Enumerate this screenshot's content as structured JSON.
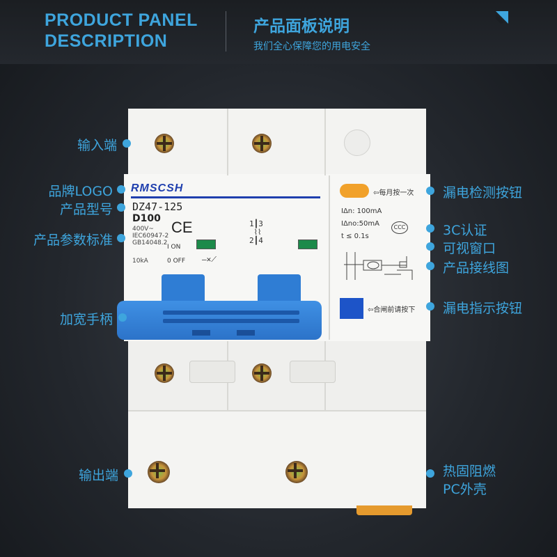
{
  "header": {
    "title_en_line1": "PRODUCT PANEL",
    "title_en_line2": "DESCRIPTION",
    "title_cn": "产品面板说明",
    "subtitle_cn": "我们全心保障您的用电安全"
  },
  "labels_left": {
    "input_terminal": "输入端",
    "brand_logo": "品牌LOGO",
    "model": "产品型号",
    "parameters": "产品参数标准",
    "handle": "加宽手柄",
    "output_terminal": "输出端"
  },
  "labels_right": {
    "leak_test_button": "漏电检测按钮",
    "cert_3c": "3C认证",
    "window": "可视窗口",
    "wiring": "产品接线图",
    "leak_indicator": "漏电指示按钮",
    "material_line1": "热固阻燃",
    "material_line2": "PC外壳"
  },
  "device": {
    "brand": "RMSCSH",
    "model": "DZ47-125",
    "curve": "D100",
    "spec1": "400V~",
    "spec2": "IEC60947-2",
    "spec3": "GB14048.2",
    "rating": "10kA",
    "on": "I ON",
    "off": "0 OFF",
    "test_text": "每月按一次",
    "idn": "IΔn: 100mA",
    "idno": "IΔno:50mA",
    "t": "t ≤ 0.1s",
    "indicator_text": "合闸前请按下",
    "ccc": "CCC"
  },
  "colors": {
    "accent": "#3ea5dd",
    "handle": "#2f7dd4",
    "test_button": "#f1a12a",
    "window": "#1d8a4a",
    "indicator": "#1d54c8"
  }
}
